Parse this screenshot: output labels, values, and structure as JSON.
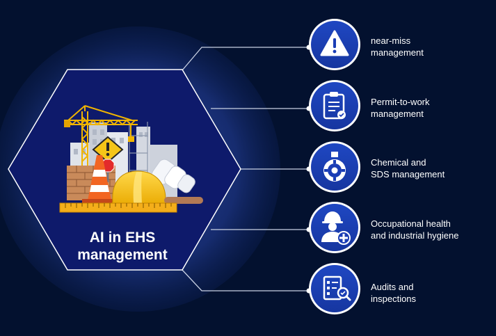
{
  "hub": {
    "title": "AI in EHS\nmanagement"
  },
  "items": [
    {
      "label": "near-miss\nmanagement",
      "icon": "warning-triangle-icon"
    },
    {
      "label": "Permit-to-work\nmanagement",
      "icon": "clipboard-permit-icon"
    },
    {
      "label": "Chemical and\nSDS management",
      "icon": "chemical-flask-gear-icon"
    },
    {
      "label": "Occupational health\nand industrial hygiene",
      "icon": "worker-medical-icon"
    },
    {
      "label": "Audits and\ninspections",
      "icon": "checklist-magnifier-icon"
    }
  ],
  "colors": {
    "background": "#03112f",
    "hexagon_fill": "#0e1a6b",
    "circle_fill": "#1a3db5",
    "connector": "#c9d1e3",
    "accent_yellow": "#f5c518"
  }
}
